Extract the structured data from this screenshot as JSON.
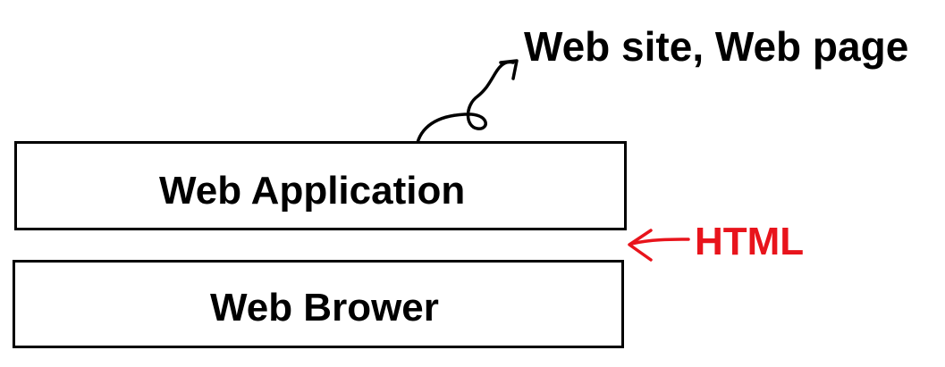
{
  "diagram": {
    "layers": [
      {
        "label": "Web Application"
      },
      {
        "label": "Web Brower"
      }
    ],
    "annotations": {
      "app_callout": "Web site, Web page",
      "between_callout": "HTML"
    },
    "colors": {
      "ink": "#000000",
      "annotation_red": "#e8141c"
    }
  }
}
